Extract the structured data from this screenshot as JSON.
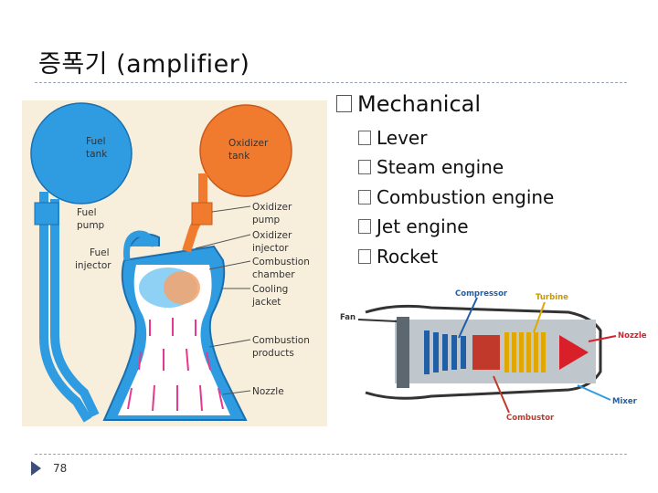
{
  "slide": {
    "title": "증폭기 (amplifier)",
    "page_number": "78"
  },
  "bullets": {
    "main": "Mechanical",
    "items": [
      "Lever",
      "Steam engine",
      "Combustion engine",
      "Jet engine",
      "Rocket"
    ]
  },
  "rocket_diagram": {
    "labels": {
      "fuel_tank": [
        "Fuel",
        "tank"
      ],
      "oxidizer_tank": [
        "Oxidizer",
        "tank"
      ],
      "fuel_pump": [
        "Fuel",
        "pump"
      ],
      "fuel_injector": [
        "Fuel",
        "injector"
      ],
      "oxidizer_pump": [
        "Oxidizer",
        "pump"
      ],
      "oxidizer_injector": [
        "Oxidizer",
        "injector"
      ],
      "combustion_chamber": [
        "Combustion",
        "chamber"
      ],
      "cooling_jacket": [
        "Cooling",
        "jacket"
      ],
      "combustion_products": [
        "Combustion",
        "products"
      ],
      "nozzle": "Nozzle"
    },
    "colors": {
      "fuel": "#2f9be0",
      "oxidizer": "#f07a2e",
      "background": "#f7eedc",
      "exhaust": "#e33a8f"
    }
  },
  "jet_diagram": {
    "labels": {
      "compressor": "Compressor",
      "turbine": "Turbine",
      "fan": "Fan",
      "nozzle": "Nozzle",
      "mixer": "Mixer",
      "combustor": "Combustor"
    },
    "colors": {
      "compressor": "#1f5fa8",
      "turbine": "#e0a800",
      "nozzle": "#d81f2a",
      "mixer": "#2f9be0",
      "combustor": "#c0392b"
    }
  }
}
